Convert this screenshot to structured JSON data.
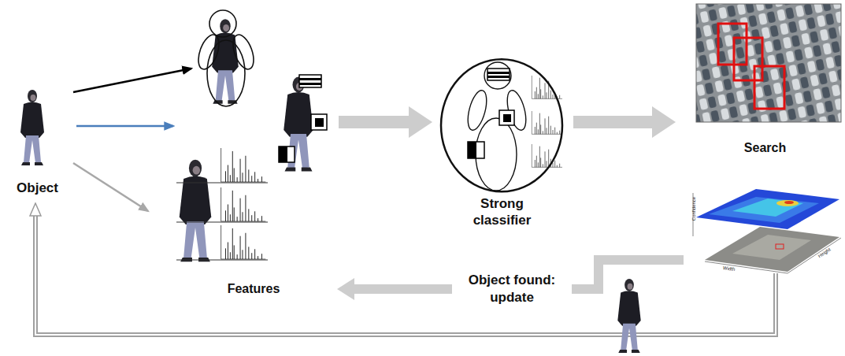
{
  "diagram": {
    "nodes": [
      {
        "text": [
          "Object"
        ]
      },
      {
        "text": [
          "Features"
        ]
      },
      {
        "text": [
          "Strong classifier"
        ]
      },
      {
        "text": [
          "Search"
        ]
      }
    ],
    "edges": [
      {
        "from": 0,
        "to": 1,
        "arrow": "to"
      },
      {
        "from": 1,
        "to": 2,
        "arrow": "to"
      },
      {
        "from": 2,
        "to": 3,
        "arrow": "to"
      },
      {
        "from": 3,
        "to": 1,
        "label": "Object found: update",
        "arrow": "to"
      },
      {
        "from": 3,
        "to": 0,
        "arrow": "to"
      }
    ],
    "labels": [
      "Confidence",
      "Width",
      "Height"
    ]
  }
}
